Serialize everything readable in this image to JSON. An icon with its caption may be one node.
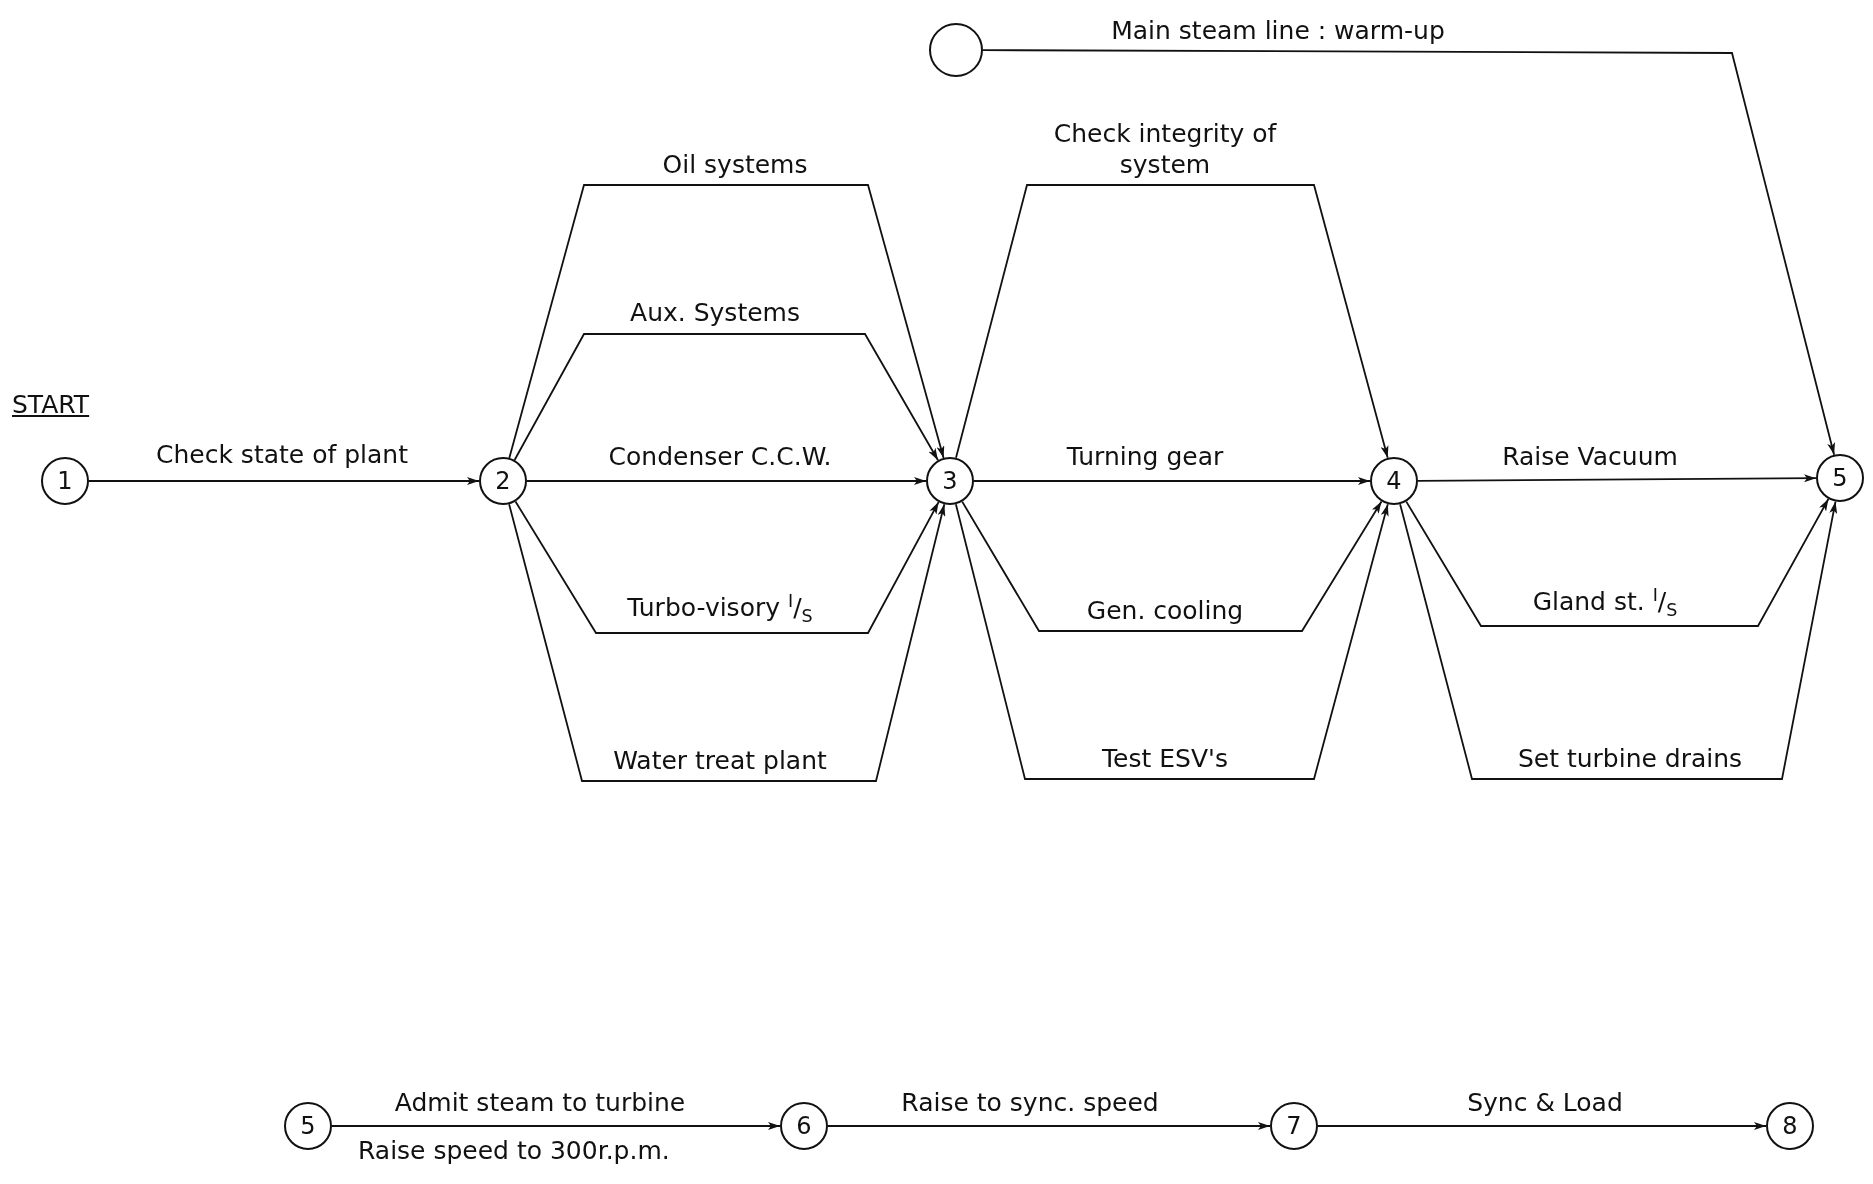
{
  "diagram": {
    "nodes": [
      {
        "text": [
          "1"
        ]
      },
      {
        "text": [
          "2"
        ]
      },
      {
        "text": [
          "3"
        ]
      },
      {
        "text": [
          "4"
        ]
      },
      {
        "text": [
          "5"
        ]
      },
      {
        "text": [],
        "shape": "circle"
      },
      {
        "text": [
          "5"
        ]
      },
      {
        "text": [
          "6"
        ]
      },
      {
        "text": [
          "7"
        ]
      },
      {
        "text": [
          "8"
        ]
      }
    ],
    "edges": [
      {
        "from": 0,
        "to": 1,
        "arrow": "to",
        "label": "Check state of plant"
      },
      {
        "from": 1,
        "to": 2,
        "arrow": "to",
        "label": "Oil systems"
      },
      {
        "from": 1,
        "to": 2,
        "arrow": "to",
        "label": "Aux. Systems"
      },
      {
        "from": 1,
        "to": 2,
        "arrow": "to",
        "label": "Condenser C.C.W."
      },
      {
        "from": 1,
        "to": 2,
        "arrow": "to",
        "label": "Turbo-visory $^{I}$/$_{S}$"
      },
      {
        "from": 1,
        "to": 2,
        "arrow": "to",
        "label": "Water treat plant"
      },
      {
        "from": 2,
        "to": 3,
        "arrow": "to",
        "label": "Check integrity of system"
      },
      {
        "from": 2,
        "to": 3,
        "arrow": "to",
        "label": "Turning gear"
      },
      {
        "from": 2,
        "to": 3,
        "arrow": "to",
        "label": "Gen. cooling"
      },
      {
        "from": 2,
        "to": 3,
        "arrow": "to",
        "label": "Test ESV's"
      },
      {
        "from": 5,
        "to": 4,
        "arrow": "to",
        "label": "Main steam line : warm-up"
      },
      {
        "from": 3,
        "to": 4,
        "arrow": "to",
        "label": "Raise Vacuum"
      },
      {
        "from": 3,
        "to": 4,
        "arrow": "to",
        "label": "Gland st. $^{I}$/$_{S}$"
      },
      {
        "from": 3,
        "to": 4,
        "arrow": "to",
        "label": "Set turbine drains"
      },
      {
        "from": 6,
        "to": 7,
        "arrow": "to",
        "label": "Admit steam to turbine"
      },
      {
        "from": 7,
        "to": 8,
        "arrow": "to",
        "label": "Raise to sync. speed"
      },
      {
        "from": 8,
        "to": 9,
        "arrow": "to",
        "label": "Sync & Load"
      }
    ],
    "labels": [
      "START",
      "Raise speed to 300r.p.m."
    ]
  }
}
